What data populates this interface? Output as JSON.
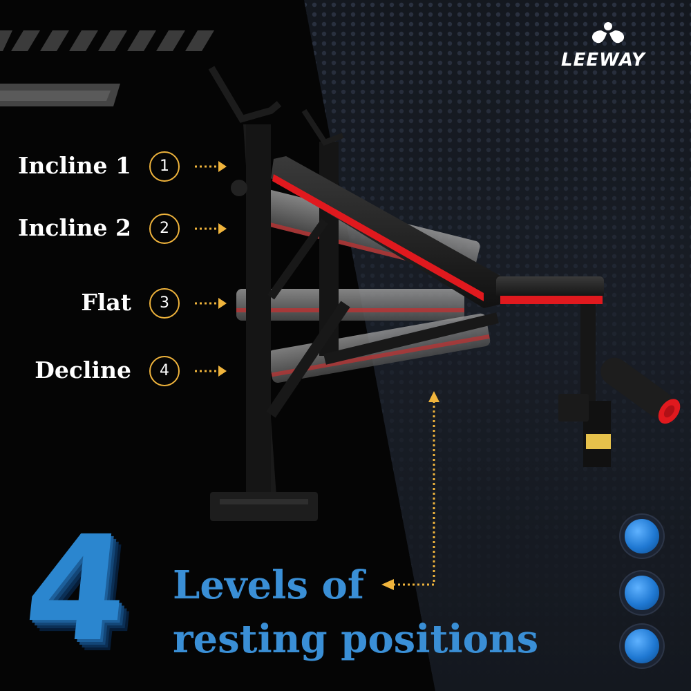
{
  "brand": {
    "name": "LEEWAY",
    "logo": "leeway-butterfly-logo"
  },
  "positions": [
    {
      "label": "Incline 1",
      "number": "1"
    },
    {
      "label": "Incline 2",
      "number": "2"
    },
    {
      "label": "Flat",
      "number": "3"
    },
    {
      "label": "Decline",
      "number": "4"
    }
  ],
  "headline": {
    "number": "4",
    "line1": "Levels of",
    "line2": "resting positions"
  },
  "colors": {
    "accent": "#f0b43c",
    "headline_blue": "#3a8fd6",
    "bench_red": "#e0191e",
    "background": "#050505"
  },
  "decor": {
    "indicator_dots": 3
  }
}
